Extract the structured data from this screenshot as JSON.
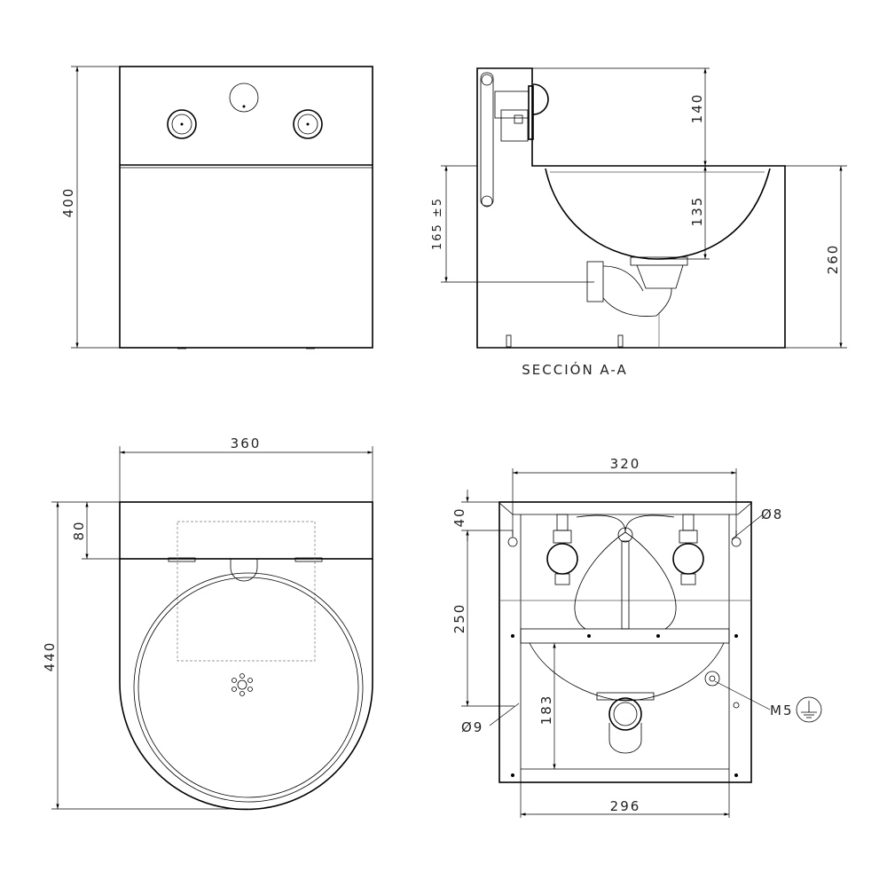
{
  "front_view": {
    "height_dim": "400"
  },
  "section_view": {
    "caption": "SECCIÓN A-A",
    "dims": {
      "top_box": "140",
      "basin_depth": "135",
      "total_height": "260",
      "drain_height": "165 ±5"
    }
  },
  "top_view": {
    "dims": {
      "width": "360",
      "depth": "440",
      "rear_box": "80"
    }
  },
  "rear_view": {
    "dims": {
      "width_outer": "320",
      "width_inner": "296",
      "top_offset": "40",
      "hole_spacing": "250",
      "drain_height": "183"
    },
    "labels": {
      "hole_top": "Ø8",
      "hole_bottom": "Ø9",
      "ground_screw": "M5"
    },
    "icons": [
      "ground-symbol-icon"
    ]
  }
}
